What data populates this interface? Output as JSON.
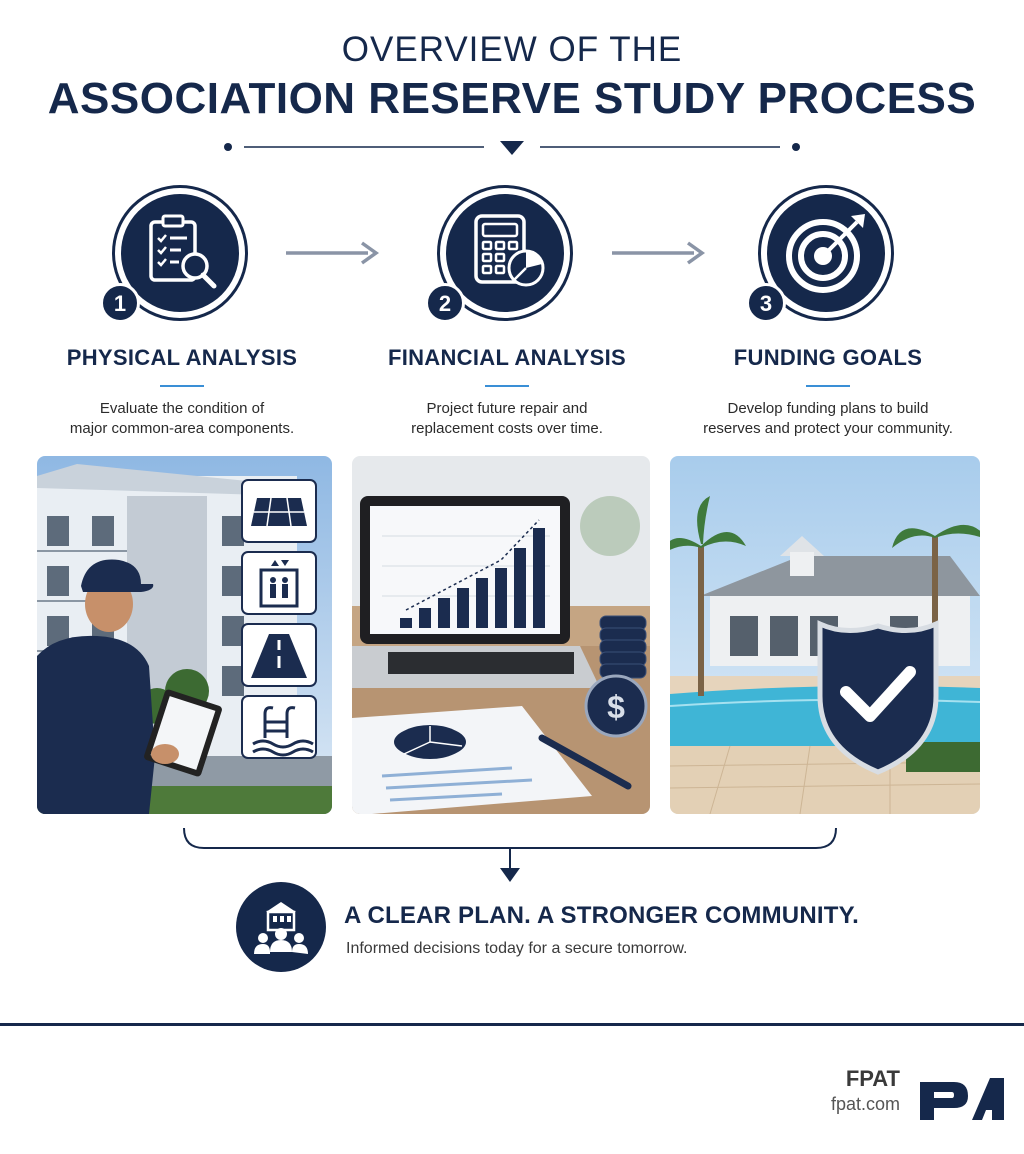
{
  "header": {
    "title_top": "OVERVIEW OF THE",
    "title_main": "ASSOCIATION RESERVE STUDY PROCESS"
  },
  "steps": [
    {
      "number": "1",
      "title": "PHYSICAL ANALYSIS",
      "desc_line1": "Evaluate the condition of",
      "desc_line2": "major common-area components.",
      "icon": "clipboard-magnifier-icon"
    },
    {
      "number": "2",
      "title": "FINANCIAL ANALYSIS",
      "desc_line1": "Project future repair and",
      "desc_line2": "replacement costs over time.",
      "icon": "calculator-pie-icon"
    },
    {
      "number": "3",
      "title": "FUNDING GOALS",
      "desc_line1": "Develop funding plans to build",
      "desc_line2": "reserves and protect your community.",
      "icon": "target-arrow-icon"
    }
  ],
  "photos": [
    {
      "name": "inspector-photo",
      "component_icons": [
        "roof-icon",
        "elevator-icon",
        "road-icon",
        "pool-ladder-icon"
      ]
    },
    {
      "name": "laptop-chart-photo",
      "chart_values": [
        1,
        2,
        3,
        4,
        5,
        6,
        8,
        10
      ]
    },
    {
      "name": "clubhouse-pool-photo"
    }
  ],
  "plan": {
    "title": "A CLEAR PLAN. A STRONGER COMMUNITY.",
    "subtitle": "Informed decisions today for a secure tomorrow.",
    "icon": "community-building-icon"
  },
  "brand": {
    "name": "FPAT",
    "url": "fpat.com"
  },
  "colors": {
    "navy": "#15284b",
    "accent": "#3a8fd6",
    "arrow": "#8a94a6"
  }
}
